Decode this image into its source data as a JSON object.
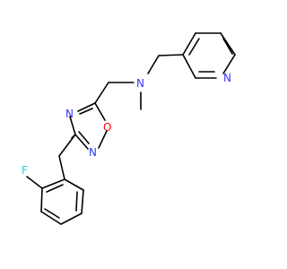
{
  "molecule": {
    "atoms": {
      "F": {
        "text": "F",
        "color": "#33cccc"
      },
      "N_py": {
        "text": "N",
        "color": "#3333ff"
      },
      "N_amine": {
        "text": "N",
        "color": "#3333ff"
      },
      "N_ring4": {
        "text": "N",
        "color": "#3333ff"
      },
      "N_ring2": {
        "text": "N",
        "color": "#3333ff"
      },
      "O_ring": {
        "text": "O",
        "color": "#ff0000"
      }
    },
    "bond_color": "#000000",
    "background": "#ffffff"
  }
}
